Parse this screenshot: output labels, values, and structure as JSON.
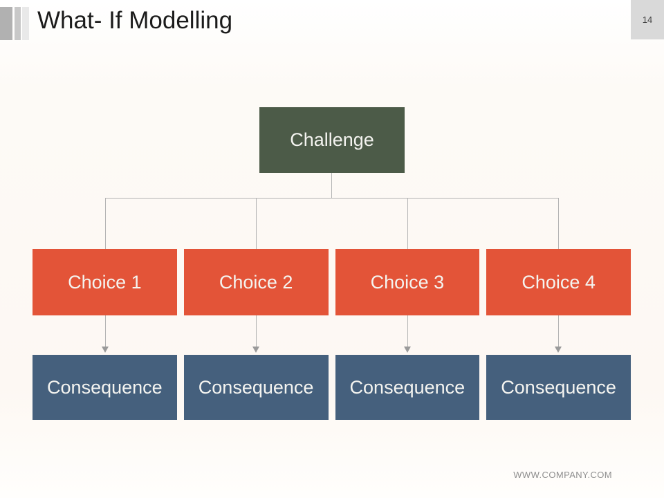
{
  "slide": {
    "title": "What- If Modelling",
    "page_number": "14",
    "footer": "WWW.COMPANY.COM"
  },
  "diagram": {
    "root": {
      "label": "Challenge"
    },
    "choices": [
      {
        "label": "Choice 1"
      },
      {
        "label": "Choice 2"
      },
      {
        "label": "Choice 3"
      },
      {
        "label": "Choice 4"
      }
    ],
    "consequences": [
      {
        "label": "Consequence"
      },
      {
        "label": "Consequence"
      },
      {
        "label": "Consequence"
      },
      {
        "label": "Consequence"
      }
    ],
    "colors": {
      "root": "#4c5b48",
      "choice": "#e35438",
      "consequence": "#45607d",
      "connector": "#b3b3b3",
      "node_text": "#f4f4f0",
      "page_badge_bg": "#d9d9d9"
    }
  }
}
